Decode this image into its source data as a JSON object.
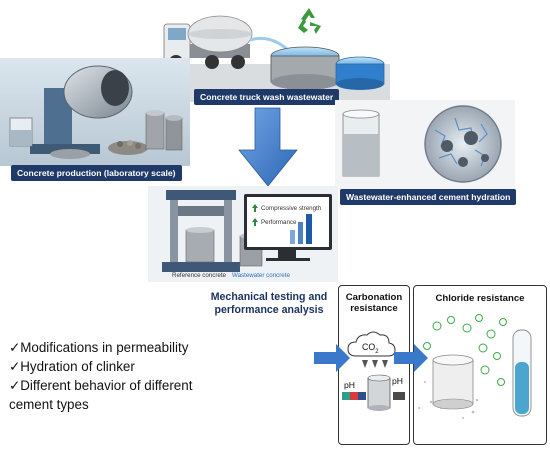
{
  "labels": {
    "truck": "Concrete truck wash wastewater",
    "production": "Concrete production (laboratory scale)",
    "hydration": "Wastewater-enhanced cement hydration",
    "testing_line1": "Mechanical testing and",
    "testing_line2": "performance analysis"
  },
  "monitor": {
    "strength": "Compressive strength",
    "performance": "Performance"
  },
  "specimen_labels": {
    "reference": "Reference concrete",
    "wastewater": "Wastewater concrete"
  },
  "bullets": [
    "✓Modifications in permeability",
    "✓Hydration of clinker",
    "✓Different behavior of different",
    "cement types"
  ],
  "carbonation": {
    "title_line1": "Carbonation",
    "title_line2": "resistance",
    "co2": "CO",
    "co2_sub": "2",
    "ph_left": "pH",
    "ph_right": "pH"
  },
  "chloride": {
    "title": "Chloride resistance"
  },
  "colors": {
    "accent": "#3a78c9",
    "label_bg": "#1f3a68",
    "recycle": "#3c9a3c"
  }
}
